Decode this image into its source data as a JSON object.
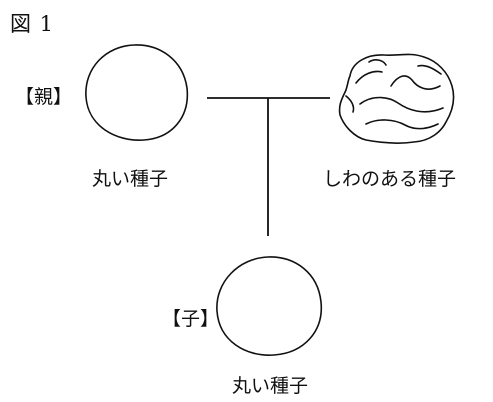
{
  "figure": {
    "title": "図 1"
  },
  "tags": {
    "parent": "【親】",
    "child": "【子】"
  },
  "captions": {
    "parent_left": "丸い種子",
    "parent_right": "しわのある種子",
    "child": "丸い種子"
  },
  "colors": {
    "ink": "#111111",
    "background": "#ffffff"
  }
}
